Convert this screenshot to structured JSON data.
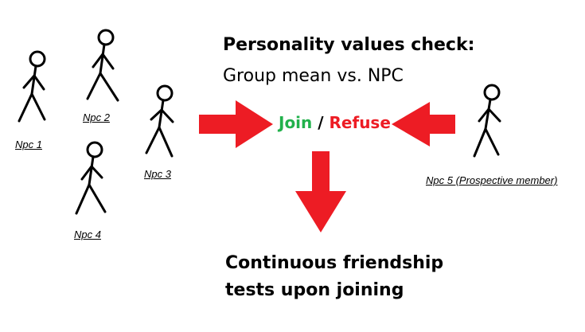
{
  "heading": {
    "title": "Personality values check:",
    "subtitle": "Group mean vs. NPC"
  },
  "decision": {
    "join": "Join",
    "separator": "/",
    "refuse": "Refuse",
    "join_color": "#22b14c",
    "refuse_color": "#ed1c24"
  },
  "arrow_color": "#ed1c24",
  "npcs": [
    {
      "label": "Npc 1"
    },
    {
      "label": "Npc 2"
    },
    {
      "label": "Npc 3"
    },
    {
      "label": "Npc 4"
    },
    {
      "label": "Npc 5 (Prospective member)"
    }
  ],
  "footer": {
    "line1": "Continuous friendship",
    "line2": "tests upon joining"
  }
}
